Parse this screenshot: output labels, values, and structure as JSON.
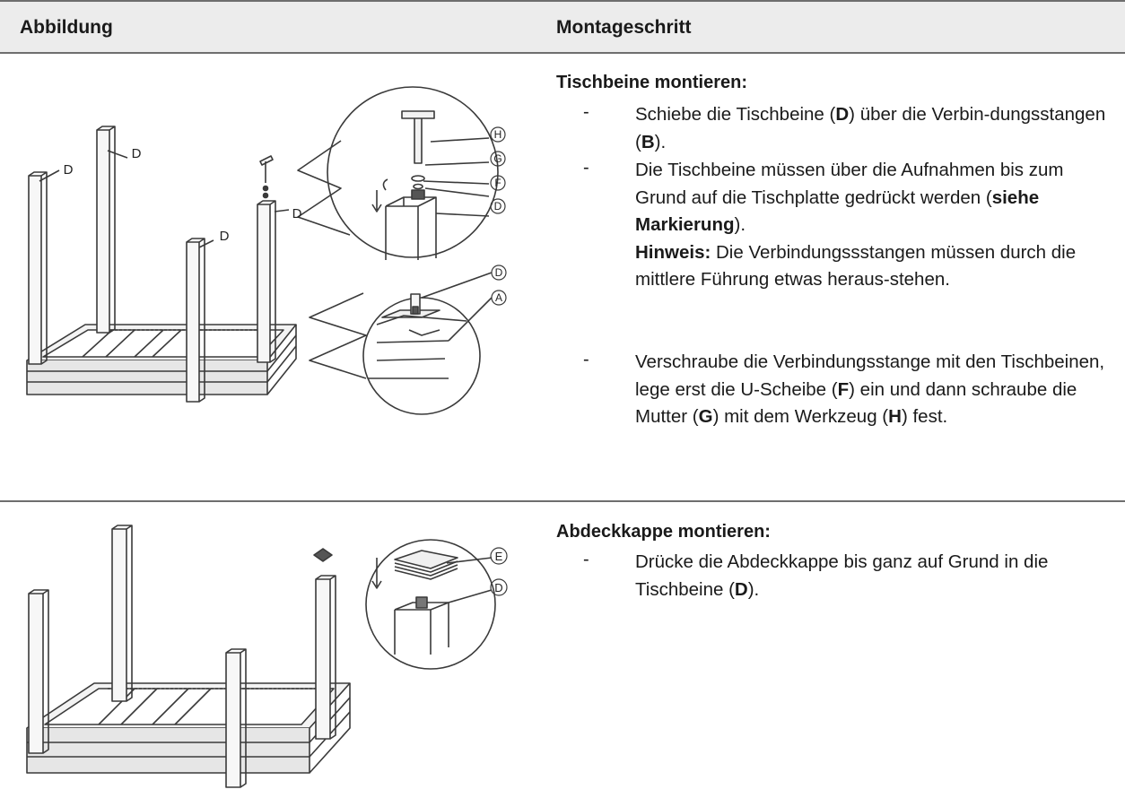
{
  "table": {
    "headers": {
      "figure": "Abbildung",
      "step": "Montageschritt"
    },
    "rows": [
      {
        "title": "Tischbeine montieren:",
        "figure_labels": {
          "leg": "D",
          "callout_top": [
            "H",
            "G",
            "F",
            "D"
          ],
          "callout_bottom": [
            "D",
            "A"
          ]
        },
        "bullets": [
          {
            "marker": "-",
            "parts": [
              "Schiebe die Tischbeine (",
              "D",
              ") über die Verbin-dungsstangen (",
              "B",
              ")."
            ]
          },
          {
            "marker": "-",
            "parts": [
              "Die Tischbeine müssen über die Aufnahmen bis zum Grund auf die Tischplatte gedrückt werden (",
              "siehe Markierung",
              ")."
            ],
            "note_label": "Hinweis:",
            "note_text": " Die Verbindungssstangen müssen durch die mittlere Führung etwas heraus-stehen."
          },
          {
            "marker": "-",
            "parts": [
              "Verschraube die Verbindungsstange mit den Tischbeinen, lege erst die U-Scheibe (",
              "F",
              ") ein und dann schraube die Mutter (",
              "G",
              ") mit dem Werkzeug (",
              "H",
              ") fest."
            ]
          }
        ]
      },
      {
        "title": "Abdeckkappe montieren:",
        "figure_labels": {
          "callout": [
            "E",
            "D"
          ]
        },
        "bullets": [
          {
            "marker": "-",
            "parts": [
              "Drücke die Abdeckkappe bis ganz auf Grund in die Tischbeine (",
              "D",
              ")."
            ]
          }
        ]
      }
    ]
  }
}
